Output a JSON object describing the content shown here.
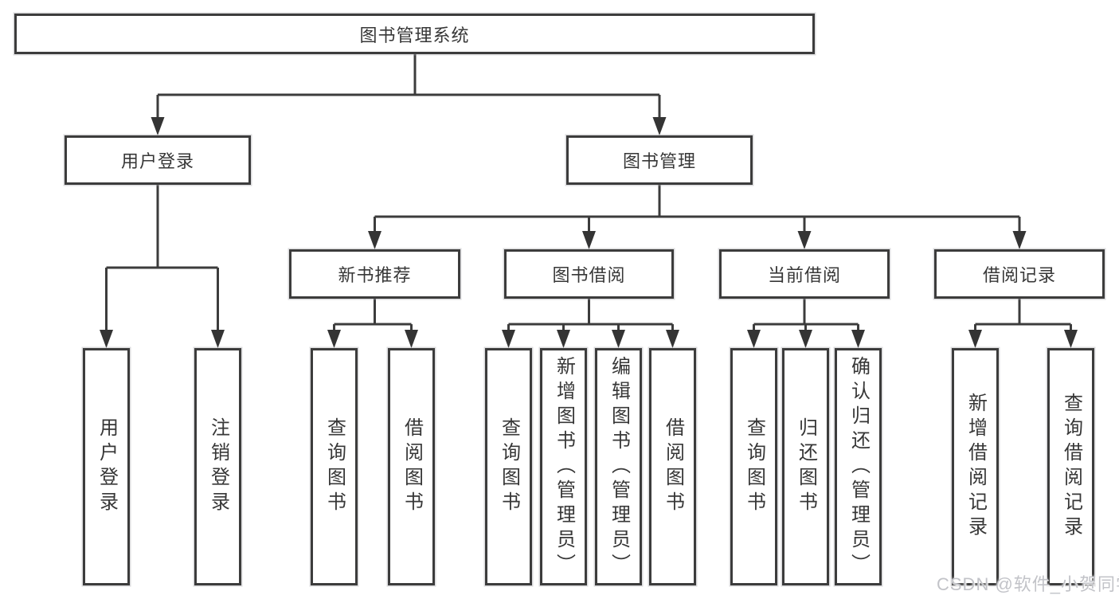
{
  "page": {
    "background": "#ffffff"
  },
  "colors": {
    "line": "#3c3c3c",
    "border": "#3c3c3c",
    "text": "#373737",
    "watermark": "#c2c3c8"
  },
  "watermark": {
    "text": "CSDN @软件_小贺同学"
  },
  "tree": {
    "root": {
      "label": "图书管理系统"
    },
    "branches": [
      {
        "label": "用户登录",
        "children": [
          {
            "label": "用户登录"
          },
          {
            "label": "注销登录"
          }
        ]
      },
      {
        "label": "图书管理",
        "groups": [
          {
            "label": "新书推荐",
            "children": [
              {
                "label": "查询图书"
              },
              {
                "label": "借阅图书"
              }
            ]
          },
          {
            "label": "图书借阅",
            "children": [
              {
                "label": "查询图书"
              },
              {
                "label": "新增图书（管理员）"
              },
              {
                "label": "编辑图书（管理员）"
              },
              {
                "label": "借阅图书"
              }
            ]
          },
          {
            "label": "当前借阅",
            "children": [
              {
                "label": "查询图书"
              },
              {
                "label": "归还图书"
              },
              {
                "label": "确认归还（管理员）"
              }
            ]
          },
          {
            "label": "借阅记录",
            "children": [
              {
                "label": "新增借阅记录"
              },
              {
                "label": "查询借阅记录"
              }
            ]
          }
        ]
      }
    ]
  }
}
